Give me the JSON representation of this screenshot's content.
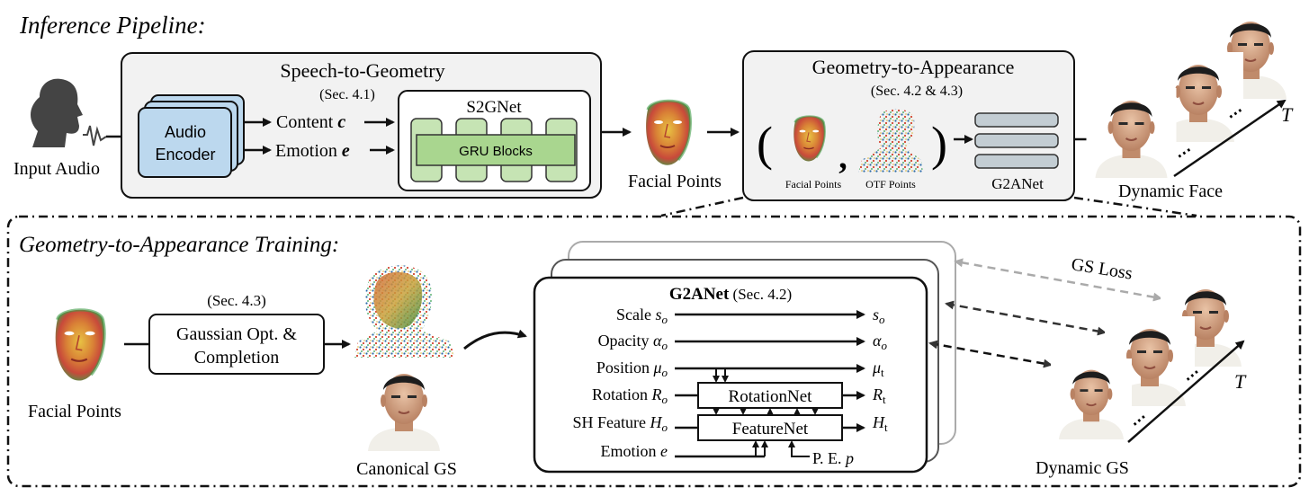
{
  "inference": {
    "title": "Inference Pipeline:",
    "input_audio": "Input Audio",
    "s2g": {
      "title": "Speech-to-Geometry",
      "sec": "(Sec. 4.1)",
      "audio_encoder_line1": "Audio",
      "audio_encoder_line2": "Encoder",
      "content": "Content ",
      "content_sym": "c",
      "emotion": "Emotion ",
      "emotion_sym": "e",
      "net_title": "S2GNet",
      "gru": "GRU Blocks"
    },
    "facial_points": "Facial Points",
    "g2a": {
      "title": "Geometry-to-Appearance",
      "sec": "(Sec. 4.2 & 4.3)",
      "paren_open": "(",
      "comma": ",",
      "paren_close": ")",
      "facial_points_small": "Facial Points",
      "otf_points": "OTF Points",
      "net": "G2ANet"
    },
    "dynamic_face": "Dynamic Face",
    "t_label": "T"
  },
  "training": {
    "title": "Geometry-to-Appearance Training:",
    "facial_points": "Facial Points",
    "sec": "(Sec. 4.3)",
    "gaussian_line1": "Gaussian Opt. &",
    "gaussian_line2": "Completion",
    "canonical_gs": "Canonical GS",
    "g2anet_title": "G2ANet",
    "g2anet_sec": " (Sec. 4.2)",
    "rows": [
      {
        "label": "Scale",
        "sym": "s",
        "sub": "o",
        "out_sym": "s",
        "out_sub": "o"
      },
      {
        "label": "Opacity",
        "sym": "α",
        "sub": "o",
        "out_sym": "α",
        "out_sub": "o"
      },
      {
        "label": "Position",
        "sym": "μ",
        "sub": "o",
        "out_sym": "μ",
        "out_sub": "t"
      },
      {
        "label": "Rotation",
        "sym": "R",
        "sub": "o",
        "out_sym": "R",
        "out_sub": "t"
      },
      {
        "label": "SH Feature",
        "sym": "H",
        "sub": "o",
        "out_sym": "H",
        "out_sub": "t"
      },
      {
        "label": "Emotion",
        "sym": "e",
        "sub": "",
        "out_sym": "",
        "out_sub": ""
      }
    ],
    "rotation_net": "RotationNet",
    "feature_net": "FeatureNet",
    "pe_label": "P. E. ",
    "pe_sym": "p",
    "gs_loss": "GS Loss",
    "dynamic_gs": "Dynamic GS",
    "t_label": "T"
  },
  "colors": {
    "audio_encoder_fill": "#bcd8ee",
    "panel_fill": "#f2f2f2",
    "gru_fill": "#c6e4b4",
    "gru_inner_fill": "#a9d68f",
    "g2a_bar_fill": "#c3cdd3",
    "gs_loss_arrow": "#aaaaaa"
  }
}
